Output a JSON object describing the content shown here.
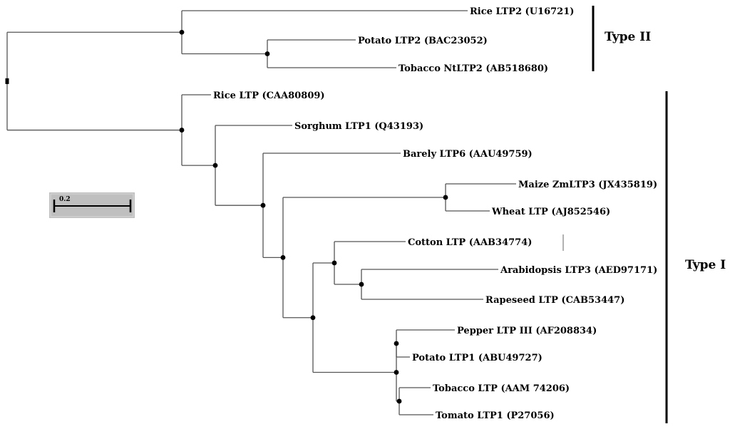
{
  "tree": {
    "leaves": [
      {
        "id": "rice_ltp2",
        "label": "Rice LTP2 (U16721)"
      },
      {
        "id": "potato_ltp2",
        "label": "Potato LTP2 (BAC23052)"
      },
      {
        "id": "tobacco_ntltp2",
        "label": "Tobacco NtLTP2 (AB518680)"
      },
      {
        "id": "rice_ltp",
        "label": "Rice LTP (CAA80809)"
      },
      {
        "id": "sorghum_ltp1",
        "label": "Sorghum LTP1 (Q43193)"
      },
      {
        "id": "barely_ltp6",
        "label": "Barely LTP6 (AAU49759)"
      },
      {
        "id": "maize_zmltp3",
        "label": "Maize ZmLTP3 (JX435819)"
      },
      {
        "id": "wheat_ltp",
        "label": "Wheat LTP  (AJ852546)"
      },
      {
        "id": "cotton_ltp",
        "label": "Cotton LTP (AAB34774)"
      },
      {
        "id": "arabidopsis_ltp3",
        "label": "Arabidopsis LTP3 (AED97171)"
      },
      {
        "id": "rapeseed_ltp",
        "label": "Rapeseed LTP (CAB53447)"
      },
      {
        "id": "pepper_ltp_iii",
        "label": "Pepper LTP III (AF208834)"
      },
      {
        "id": "potato_ltp1",
        "label": "Potato LTP1 (ABU49727)"
      },
      {
        "id": "tobacco_ltp",
        "label": "Tobacco LTP (AAM 74206)"
      },
      {
        "id": "tomato_ltp1",
        "label": "Tomato LTP1 (P27056)"
      }
    ]
  },
  "groups": {
    "type2": {
      "label": "Type II"
    },
    "type1": {
      "label": "Type I"
    }
  },
  "scale_bar": {
    "label": "0.2",
    "value": 0.2
  }
}
